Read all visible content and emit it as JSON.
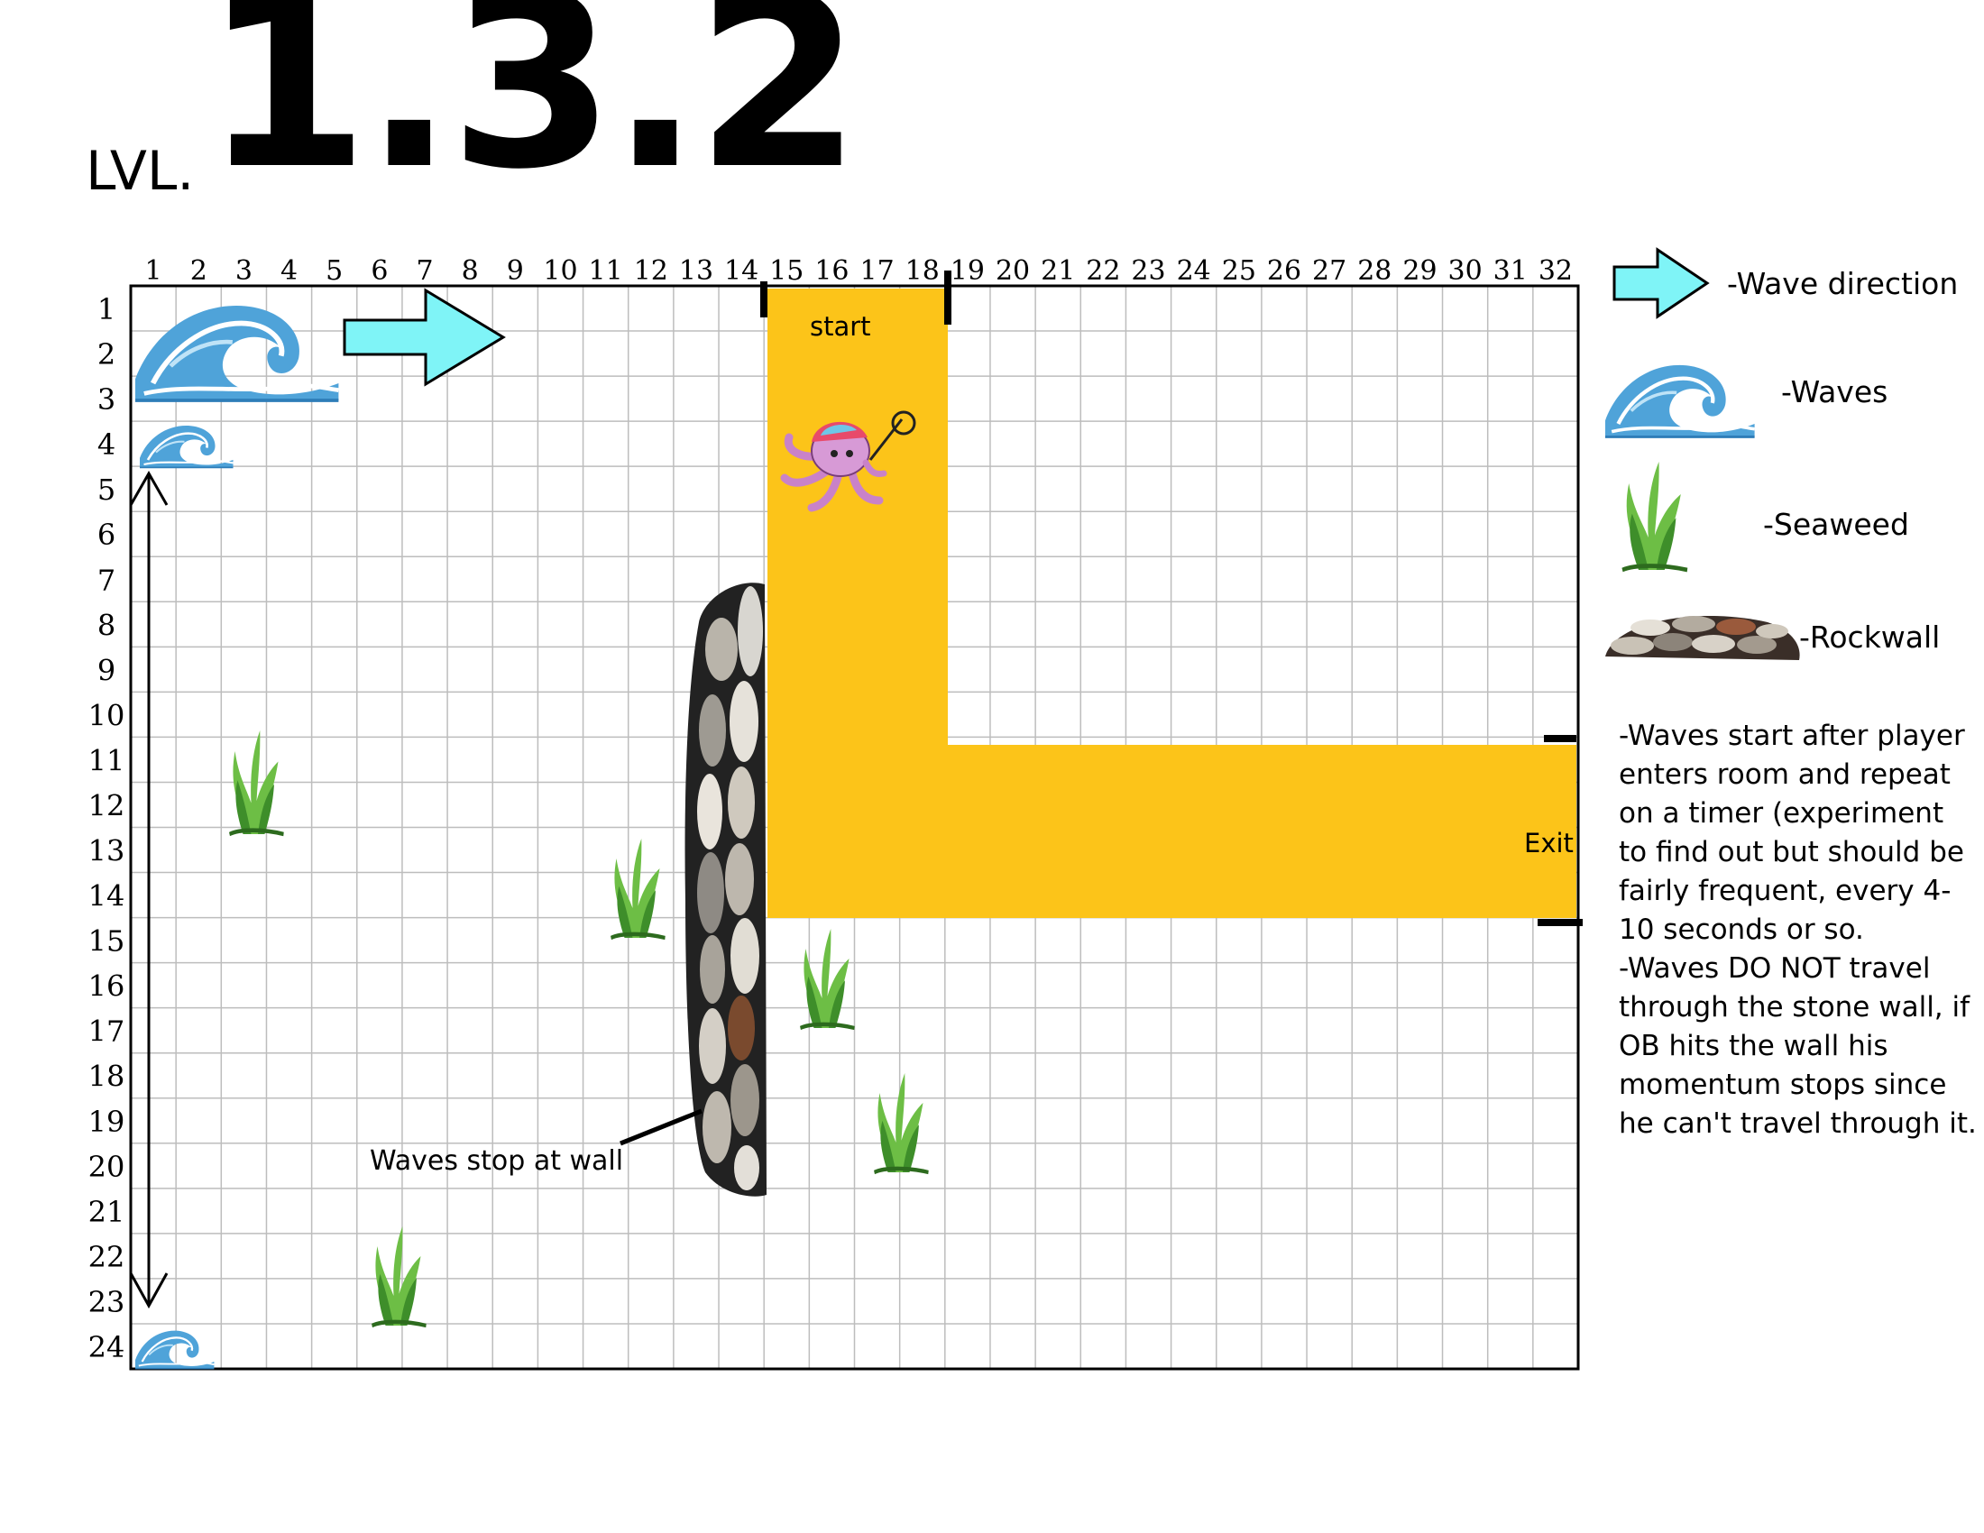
{
  "level": {
    "prefix": "LVL.",
    "number": "1.3.2"
  },
  "grid": {
    "columns": [
      "1",
      "2",
      "3",
      "4",
      "5",
      "6",
      "7",
      "8",
      "9",
      "10",
      "11",
      "12",
      "13",
      "14",
      "15",
      "16",
      "17",
      "18",
      "19",
      "20",
      "21",
      "22",
      "23",
      "24",
      "25",
      "26",
      "27",
      "28",
      "29",
      "30",
      "31",
      "32"
    ],
    "rows": [
      "1",
      "2",
      "3",
      "4",
      "5",
      "6",
      "7",
      "8",
      "9",
      "10",
      "11",
      "12",
      "13",
      "14",
      "15",
      "16",
      "17",
      "18",
      "19",
      "20",
      "21",
      "22",
      "23",
      "24"
    ]
  },
  "map": {
    "start_label": "start",
    "exit_label": "Exit",
    "wall_annotation": "Waves stop at wall",
    "path_color": "#FCC419",
    "arrow_color": "#7FF4F7"
  },
  "legend": {
    "wave_direction": "-Wave direction",
    "waves": "-Waves",
    "seaweed": "-Seaweed",
    "rockwall": "-Rockwall"
  },
  "notes": [
    "-Waves start after player enters room and repeat on a timer (experiment to find out but should be fairly frequent, every 4-10 seconds or so.",
    "-Waves DO NOT travel through the stone wall, if OB hits the wall his momentum stops since he can't travel through it."
  ],
  "icons": {
    "wave": "wave-icon",
    "seaweed": "seaweed-icon",
    "rockwall": "rockwall-icon",
    "octopus": "octopus-player-icon",
    "arrow": "arrow-right-icon"
  }
}
